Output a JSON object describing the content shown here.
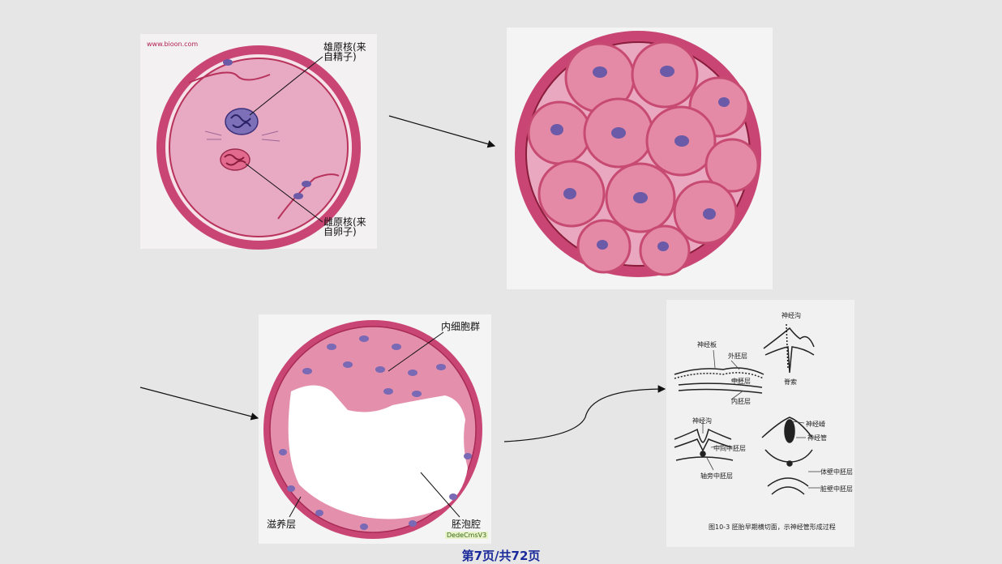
{
  "zygote": {
    "watermark": "www.bioon.com",
    "male_pronucleus_label": "雄原核(来\n自精子)",
    "female_pronucleus_label": "雌原核(来\n自卵子)"
  },
  "blastula": {
    "inner_cell_mass_label": "内细胞群",
    "trophoblast_label": "滋养层",
    "blastocoel_label": "胚泡腔",
    "watermark": "DedeCmsV3"
  },
  "neural": {
    "labels": {
      "neural_plate": "神经板",
      "ectoderm": "外胚层",
      "mesoderm": "中胚层",
      "endoderm": "内胚层",
      "neural_groove_top": "神经沟",
      "notochord": "脊索",
      "neural_groove": "神经沟",
      "intermediate_mesoderm": "中间中胚层",
      "paraxial_mesoderm": "轴旁中胚层",
      "neural_crest": "神经嵴",
      "neural_tube": "神经管",
      "somatic_mesoderm": "体壁中胚层",
      "splanchnic_mesoderm": "脏壁中胚层"
    },
    "caption": "图10-3 胚胎早期横切面，示神经管形成过程"
  },
  "footer": "第7页/共72页",
  "colors": {
    "membrane": "#b8335c",
    "cytoplasm": "#e3a1bc",
    "nucleus": "#6a5aa8",
    "cell": "#e07a98",
    "footer_text": "#1a2a9a"
  }
}
